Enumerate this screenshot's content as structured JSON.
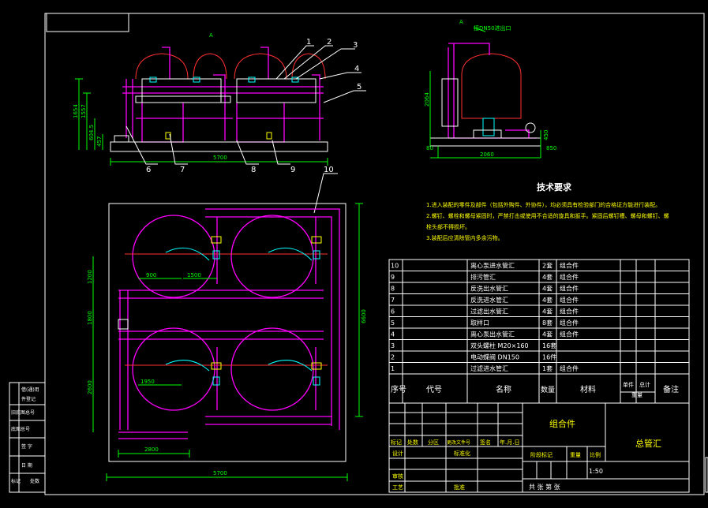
{
  "title_block": {
    "assembly_label": "组合件",
    "drawing_name": "总管汇",
    "scale": "1:50",
    "sheet": "共   张   第   张",
    "col_headers": [
      "序号",
      "代号",
      "名称",
      "数量",
      "材料",
      "单件",
      "总计",
      "重量",
      "备注"
    ],
    "sig_labels": [
      "标记",
      "处数",
      "分区",
      "更改文件号",
      "签名",
      "年.月.日",
      "设计",
      "标准化",
      "阶段标记",
      "重量",
      "比例",
      "审核",
      "工艺",
      "批准"
    ]
  },
  "parts": [
    {
      "no": "10",
      "name": "离心泵进水管汇",
      "qty": "2套",
      "mat": "组合件"
    },
    {
      "no": "9",
      "name": "排污管汇",
      "qty": "4套",
      "mat": "组合件"
    },
    {
      "no": "8",
      "name": "反洗出水管汇",
      "qty": "4套",
      "mat": "组合件"
    },
    {
      "no": "7",
      "name": "反洗进水管汇",
      "qty": "4套",
      "mat": "组合件"
    },
    {
      "no": "6",
      "name": "过滤出水管汇",
      "qty": "4套",
      "mat": "组合件"
    },
    {
      "no": "5",
      "name": "取样口",
      "qty": "8套",
      "mat": "组合件"
    },
    {
      "no": "4",
      "name": "离心泵出水管汇",
      "qty": "4套",
      "mat": "组合件"
    },
    {
      "no": "3",
      "name": "双头螺柱 M20×160",
      "qty": "16套",
      "mat": ""
    },
    {
      "no": "2",
      "name": "电动蝶阀 DN150",
      "qty": "16件",
      "mat": ""
    },
    {
      "no": "1",
      "name": "过滤进水管汇",
      "qty": "1套",
      "mat": "组合件"
    }
  ],
  "tech": {
    "title": "技术要求",
    "lines": [
      "1.进入装配的零件及部件（包括外购件、外协件），均必须具有检验部门的合格证方能进行装配。",
      "2.螺钉、螺栓和螺母紧固时，严禁打击或使用不合适的旋具和扳手。紧固后螺钉槽、螺母和螺钉、螺",
      "栓头部不得损坏。",
      "3.装配后应清除管内多余污物。"
    ]
  },
  "callouts": [
    "1",
    "2",
    "3",
    "4",
    "5",
    "6",
    "7",
    "8",
    "9",
    "10"
  ],
  "dims": {
    "front_h1": "1654",
    "front_h2": "1557",
    "front_h3": "604.5",
    "front_h4": "457",
    "front_w": "5700",
    "side_h": "2064",
    "side_w": "2060",
    "side_pipe": "450",
    "side_base": "80",
    "side_off": "850",
    "plan_w": "5700",
    "plan_h": "6600",
    "plan_a": "1200",
    "plan_b": "1800",
    "plan_c": "2600",
    "plan_d": "2800",
    "plan_e": "900",
    "plan_f": "1500",
    "plan_g": "1950",
    "side_label": "接DN50进出口",
    "view_a": "A"
  },
  "left_strip": [
    "借(通)用",
    "件登记",
    "旧底图总号",
    "底图总号",
    "签 字",
    "日 期",
    "标记",
    "处数"
  ]
}
